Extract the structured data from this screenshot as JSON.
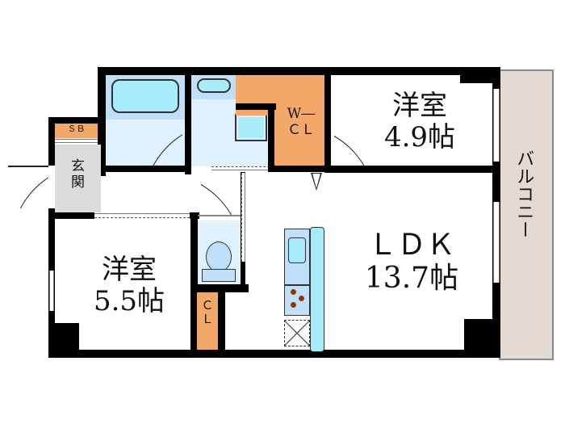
{
  "floor_plan": {
    "rooms": [
      {
        "id": "western-room-1",
        "name": "洋室",
        "size": "4.9帖"
      },
      {
        "id": "western-room-2",
        "name": "洋室",
        "size": "5.5帖"
      },
      {
        "id": "ldk",
        "name": "ＬＤＫ",
        "size": "13.7帖"
      },
      {
        "id": "walk-in-closet",
        "name_line1": "W―",
        "name_line2": "ＣＬ"
      },
      {
        "id": "closet",
        "name_line1": "Ｃ",
        "name_line2": "Ｌ"
      },
      {
        "id": "shoe-box",
        "name": "ＳＢ"
      },
      {
        "id": "entrance",
        "name_line1": "玄",
        "name_line2": "関"
      },
      {
        "id": "balcony",
        "name": "バルコニー"
      }
    ],
    "colors": {
      "wet_area": "#dff1fd",
      "fixture": "#a8ecfa",
      "closet": "#f2a868",
      "entrance": "#dcdcdc",
      "balcony": "#e3dad3",
      "wall": "#000000"
    }
  }
}
